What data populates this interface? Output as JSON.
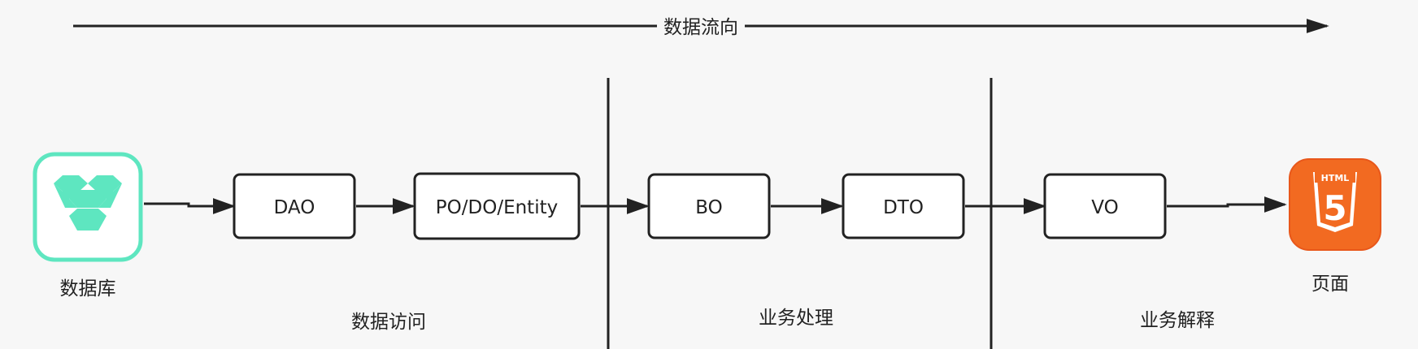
{
  "flow_label": "数据流向",
  "nodes": {
    "database": {
      "label": "数据库",
      "icon": "database-logo-icon",
      "color": "#5ee6c0"
    },
    "dao": {
      "label": "DAO"
    },
    "po": {
      "label": "PO/DO/Entity"
    },
    "bo": {
      "label": "BO"
    },
    "dto": {
      "label": "DTO"
    },
    "vo": {
      "label": "VO"
    },
    "page": {
      "label": "页面",
      "icon": "html5-icon",
      "badge": "HTML",
      "digit": "5",
      "color": "#f26a21"
    }
  },
  "sections": [
    {
      "label": "数据访问"
    },
    {
      "label": "业务处理"
    },
    {
      "label": "业务解释"
    }
  ]
}
